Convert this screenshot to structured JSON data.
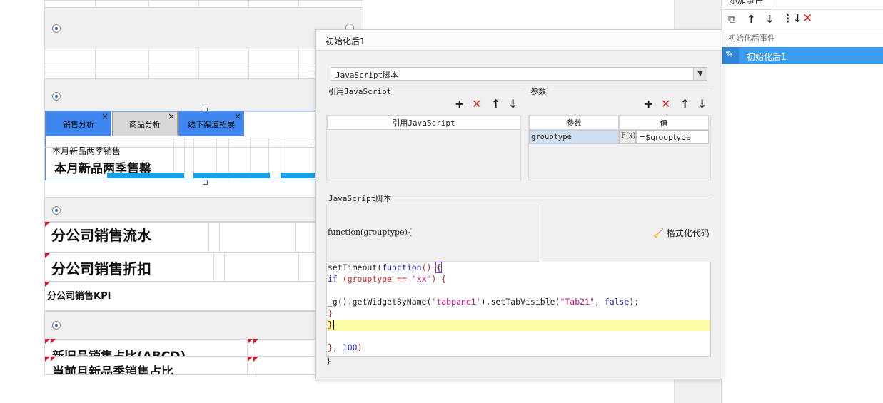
{
  "canvas": {
    "tabs": [
      {
        "label": "销售分析",
        "close": "×"
      },
      {
        "label": "商品分析",
        "close": "×"
      },
      {
        "label": "线下渠道拓展",
        "close": "×"
      }
    ],
    "small_title": "本月新品两季销售",
    "big_title": "本月新品两季售罄",
    "sales_flow": "分公司销售流水",
    "sales_discount": "分公司销售折扣",
    "sales_kpi": "分公司销售KPI",
    "new_old_ratio": "新旧品销售占比(ABCD)",
    "current_month_ratio": "当前月新品季销售占比"
  },
  "right_panel": {
    "top_label": "添加事件",
    "section_label": "初始化后事件",
    "selected_event": "初始化后1"
  },
  "dialog": {
    "title": "初始化后1",
    "script_type": "JavaScript脚本",
    "ref_js_section": "引用JavaScript",
    "ref_js_header": "引用JavaScript",
    "params_section": "参数",
    "param_col_name": "参数",
    "param_col_value": "值",
    "param_name": "grouptype",
    "param_fx": "F(x)",
    "param_value": "=$grouptype",
    "script_section": "JavaScript脚本",
    "func_signature": "function(grouptype){",
    "format_code": "格式化代码",
    "closing_brace": "}",
    "code": {
      "l1a": "setTimeout(",
      "l1b": "function",
      "l1c": "() ",
      "l1d": "{",
      "l2a": "if",
      "l2b": " (grouptype == ",
      "l2c": "\"xx\"",
      "l2d": ") {",
      "l4a": "_g().getWidgetByName(",
      "l4b": "'tabpane1'",
      "l4c": ").setTabVisible(",
      "l4d": "\"Tab21\"",
      "l4e": ", ",
      "l4f": "false",
      "l4g": ");",
      "l5": "}",
      "l6": "}",
      "l8a": "}, ",
      "l8b": "100",
      "l8c": ")"
    }
  }
}
